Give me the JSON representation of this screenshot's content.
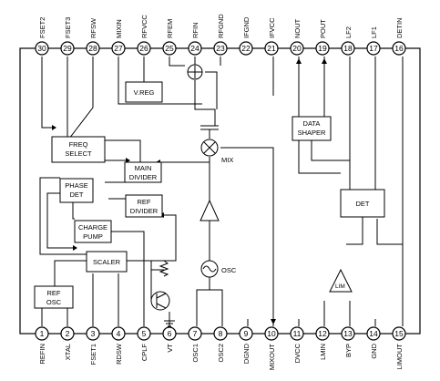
{
  "top_pins": [
    {
      "num": "30",
      "label": "FSET2"
    },
    {
      "num": "29",
      "label": "FSET3"
    },
    {
      "num": "28",
      "label": "RFSW"
    },
    {
      "num": "27",
      "label": "MIXIN"
    },
    {
      "num": "26",
      "label": "RFVCC"
    },
    {
      "num": "25",
      "label": "RFEM"
    },
    {
      "num": "24",
      "label": "RFIN"
    },
    {
      "num": "23",
      "label": "RFGND"
    },
    {
      "num": "22",
      "label": "IFGND"
    },
    {
      "num": "21",
      "label": "IFVCC"
    },
    {
      "num": "20",
      "label": "NOUT"
    },
    {
      "num": "19",
      "label": "POUT"
    },
    {
      "num": "18",
      "label": "LF2"
    },
    {
      "num": "17",
      "label": "LF1"
    },
    {
      "num": "16",
      "label": "DETIN"
    }
  ],
  "bottom_pins": [
    {
      "num": "1",
      "label": "REFIN"
    },
    {
      "num": "2",
      "label": "XTAL"
    },
    {
      "num": "3",
      "label": "FSET1"
    },
    {
      "num": "4",
      "label": "RDSW"
    },
    {
      "num": "5",
      "label": "CPLF"
    },
    {
      "num": "6",
      "label": "VT"
    },
    {
      "num": "7",
      "label": "OSC1"
    },
    {
      "num": "8",
      "label": "OSC2"
    },
    {
      "num": "9",
      "label": "DGND"
    },
    {
      "num": "10",
      "label": "MIXOUT"
    },
    {
      "num": "11",
      "label": "DVCC"
    },
    {
      "num": "12",
      "label": "LMIN"
    },
    {
      "num": "13",
      "label": "BYP"
    },
    {
      "num": "14",
      "label": "GND"
    },
    {
      "num": "15",
      "label": "LIMOUT"
    }
  ],
  "blocks": {
    "vreg": [
      "V.REG"
    ],
    "freq_select": [
      "FREQ",
      "SELECT"
    ],
    "main_divider": [
      "MAIN",
      "DIVIDER"
    ],
    "phase_det": [
      "PHASE",
      "DET"
    ],
    "ref_divider": [
      "REF",
      "DIVIDER"
    ],
    "charge_pump": [
      "CHARGE",
      "PUMP"
    ],
    "scaler": [
      "SCALER"
    ],
    "ref_osc": [
      "REF",
      "OSC"
    ],
    "data_shaper": [
      "DATA",
      "SHAPER"
    ],
    "det": [
      "DET"
    ]
  },
  "labels": {
    "mix": "MIX",
    "osc": "OSC",
    "limiter": "LIM"
  }
}
